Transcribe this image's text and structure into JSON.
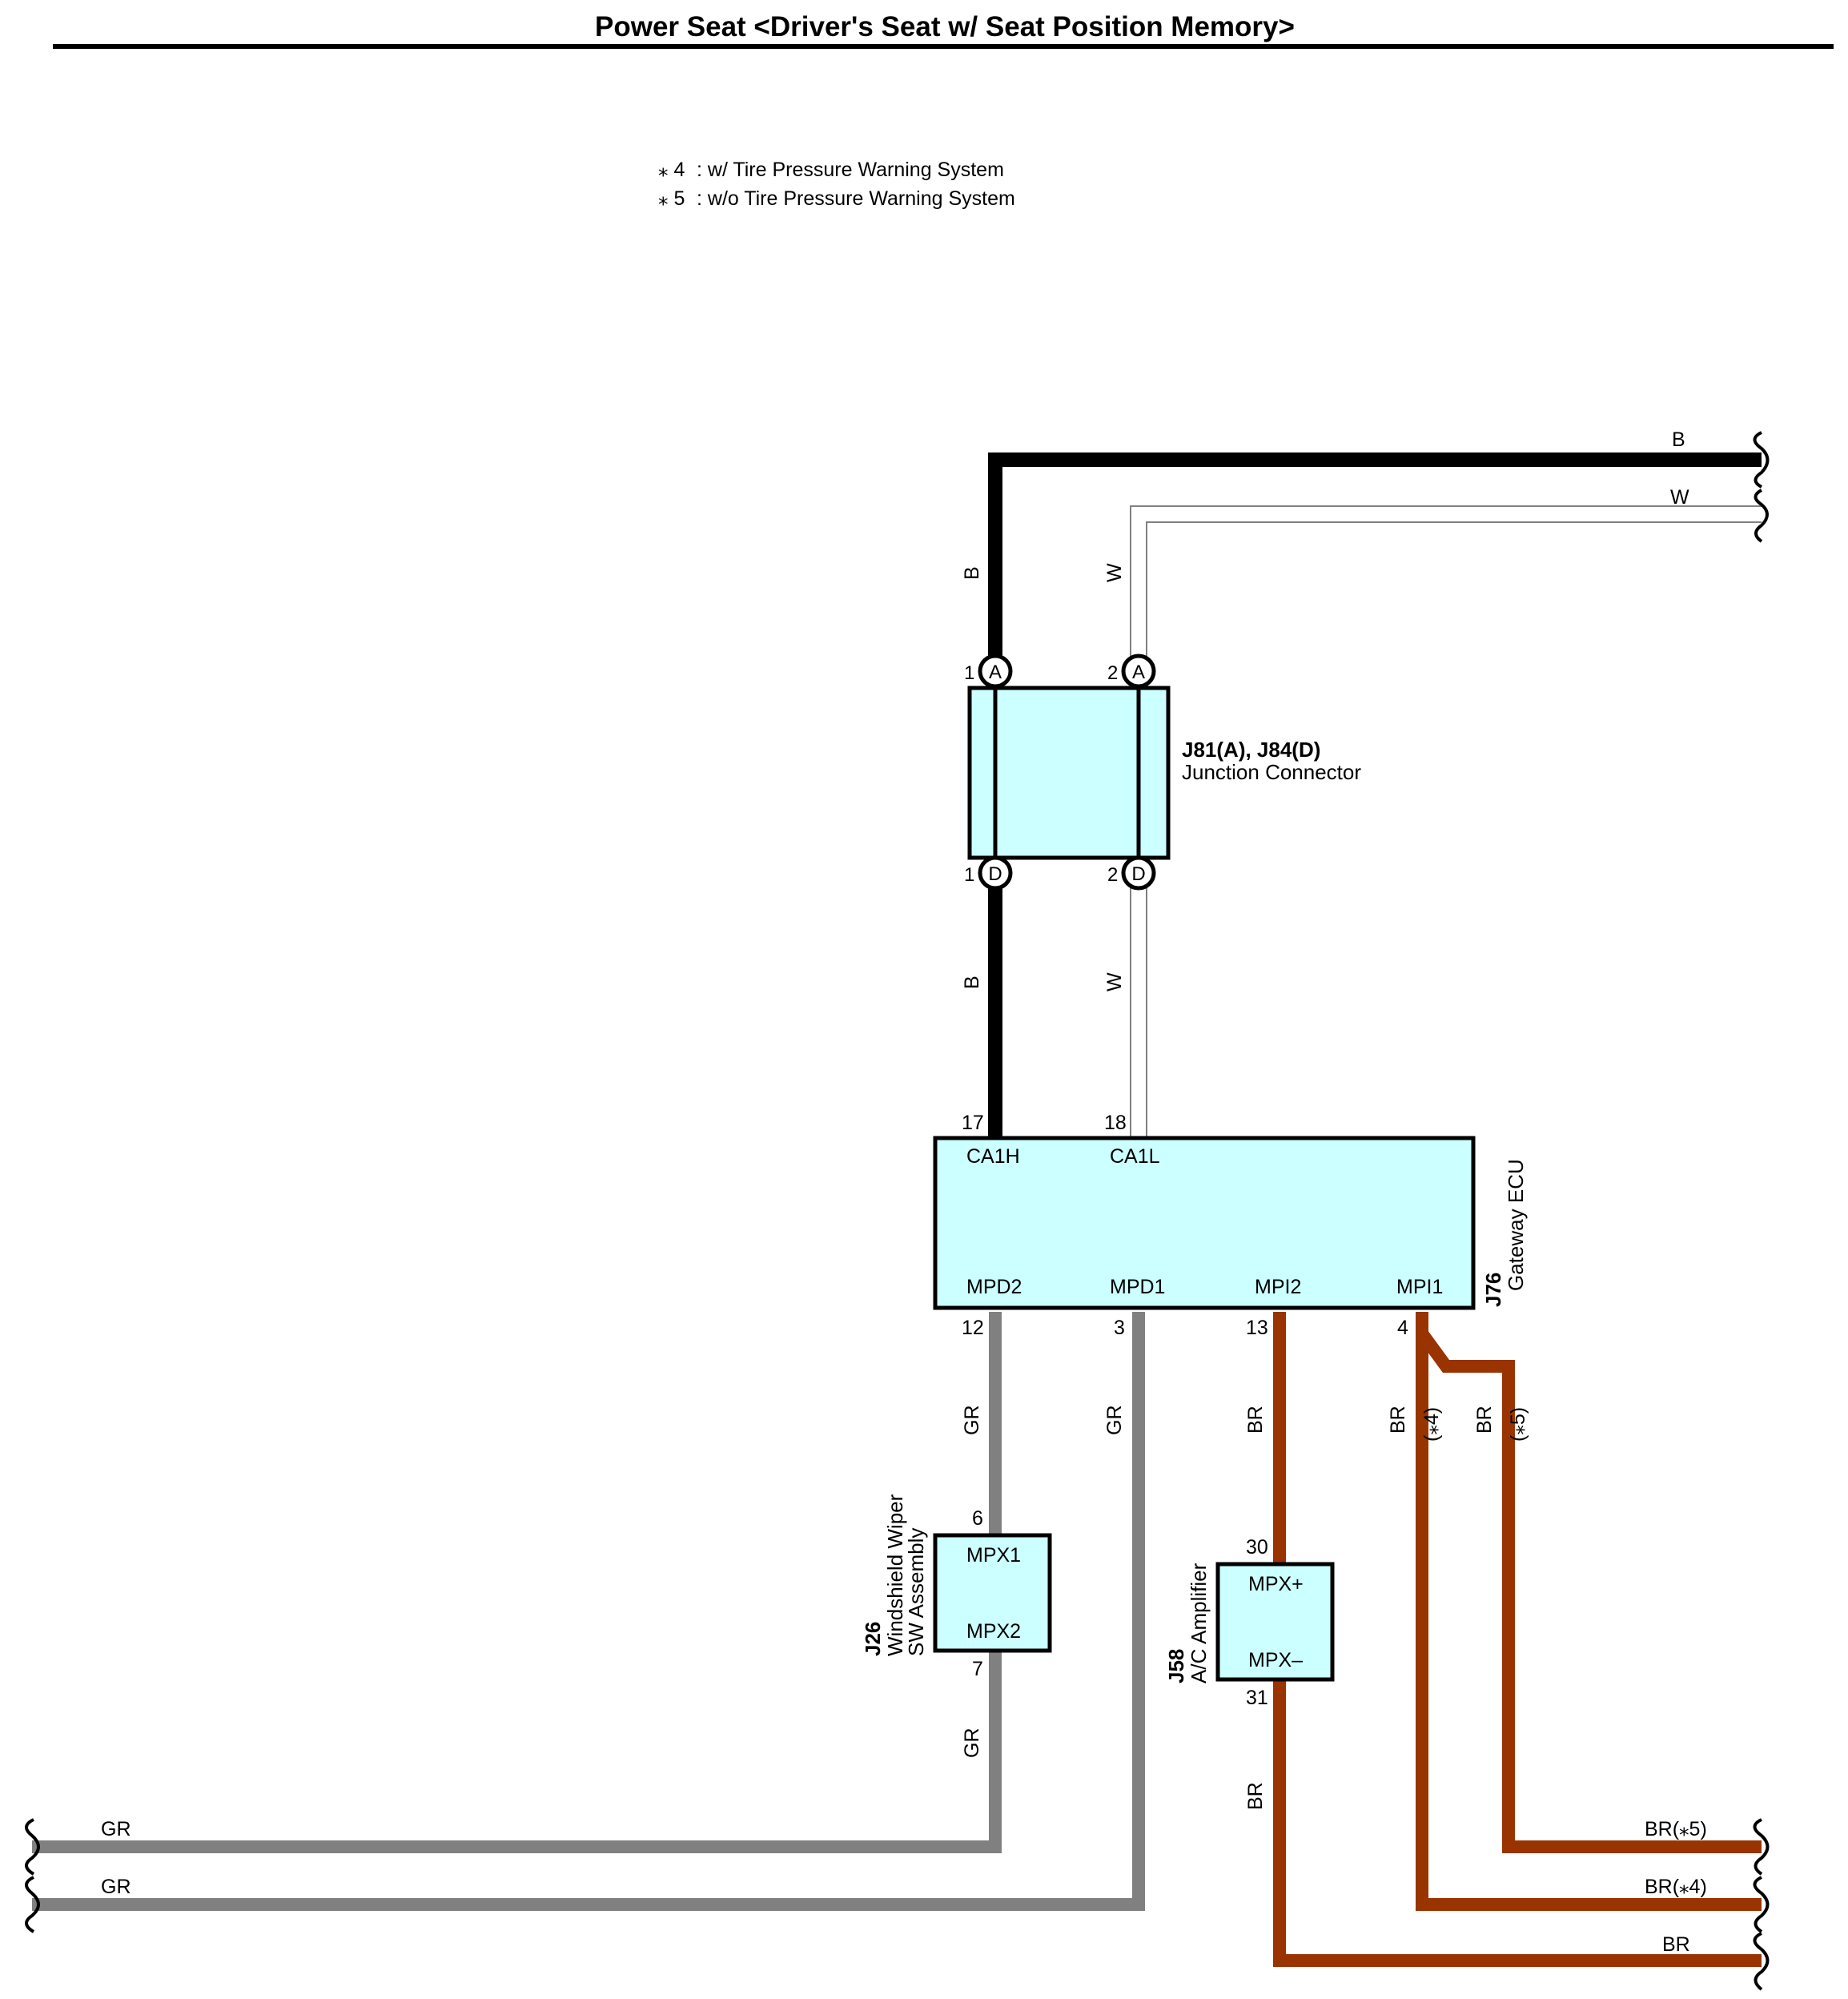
{
  "title": "Power Seat <Driver's Seat w/ Seat Position Memory>",
  "notes": [
    {
      "marker": "⁎ 4",
      "text": ": w/ Tire Pressure Warning System"
    },
    {
      "marker": "⁎ 5",
      "text": ": w/o Tire Pressure Warning System"
    }
  ],
  "colors": {
    "B": "#000000",
    "W": "#ffffff",
    "GR": "#808080",
    "BR": "#993300",
    "component_fill": "#ccffff"
  },
  "wires": {
    "b": "B",
    "w": "W",
    "gr": "GR",
    "br": "BR",
    "br_note4": "(⁎4)",
    "br_note5": "(⁎5)",
    "br_right_5": "BR(⁎5)",
    "br_right_4": "BR(⁎4)"
  },
  "components": {
    "junction": {
      "code": "J81(A), J84(D)",
      "name": "Junction Connector",
      "pins_top": [
        {
          "num": "1",
          "conn": "A"
        },
        {
          "num": "2",
          "conn": "A"
        }
      ],
      "pins_bottom": [
        {
          "num": "1",
          "conn": "D"
        },
        {
          "num": "2",
          "conn": "D"
        }
      ]
    },
    "gateway": {
      "code": "J76",
      "name": "Gateway ECU",
      "pin_top_1": "17",
      "pin_top_2": "18",
      "term_ca1h": "CA1H",
      "term_ca1l": "CA1L",
      "term_mpd2": "MPD2",
      "term_mpd1": "MPD1",
      "term_mpi2": "MPI2",
      "term_mpi1": "MPI1",
      "pin_mpd2": "12",
      "pin_mpd1": "3",
      "pin_mpi2": "13",
      "pin_mpi1": "4"
    },
    "wiper": {
      "code": "J26",
      "name_line1": "Windshield Wiper",
      "name_line2": "SW Assembly",
      "pin_in": "6",
      "pin_out": "7",
      "term_1": "MPX1",
      "term_2": "MPX2"
    },
    "ac": {
      "code": "J58",
      "name": "A/C Amplifier",
      "pin_in": "30",
      "pin_out": "31",
      "term_1": "MPX+",
      "term_2": "MPX–"
    }
  }
}
